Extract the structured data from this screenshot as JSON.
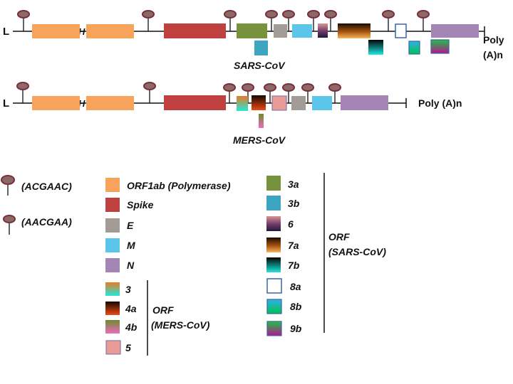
{
  "sars": {
    "start_label": "L",
    "leader_mark": "H",
    "end_label_line1": "Poly",
    "end_label_line2": "(A)n",
    "virus_label": "SARS-CoV"
  },
  "mers": {
    "start_label": "L",
    "leader_mark": "H",
    "end_label": "Poly (A)n",
    "virus_label": "MERS-CoV"
  },
  "legend": {
    "motif1": "(ACGAAC)",
    "motif2": "(AACGAA)",
    "orf1ab": "ORF1ab (Polymerase)",
    "spike": "Spike",
    "e": "E",
    "m": "M",
    "n": "N",
    "mers_3": "3",
    "mers_4a": "4a",
    "mers_4b": "4b",
    "mers_5": "5",
    "mers_group_line1": "ORF",
    "mers_group_line2": "(MERS-CoV)",
    "sars_3a": "3a",
    "sars_3b": "3b",
    "sars_6": "6",
    "sars_7a": "7a",
    "sars_7b": "7b",
    "sars_8a": "8a",
    "sars_8b": "8b",
    "sars_9b": "9b",
    "sars_group_line1": "ORF",
    "sars_group_line2": "(SARS-CoV)"
  },
  "colors": {
    "orf1ab": "#f7a35c",
    "spike": "#c0403f",
    "e": "#a29b96",
    "m": "#5bc5ea",
    "n": "#a585b5",
    "orf3a": "#76923c",
    "orf3b": "#3ea5c1",
    "motif_fill": "#8b6a66",
    "motif_stroke": "#7b2d3f"
  }
}
